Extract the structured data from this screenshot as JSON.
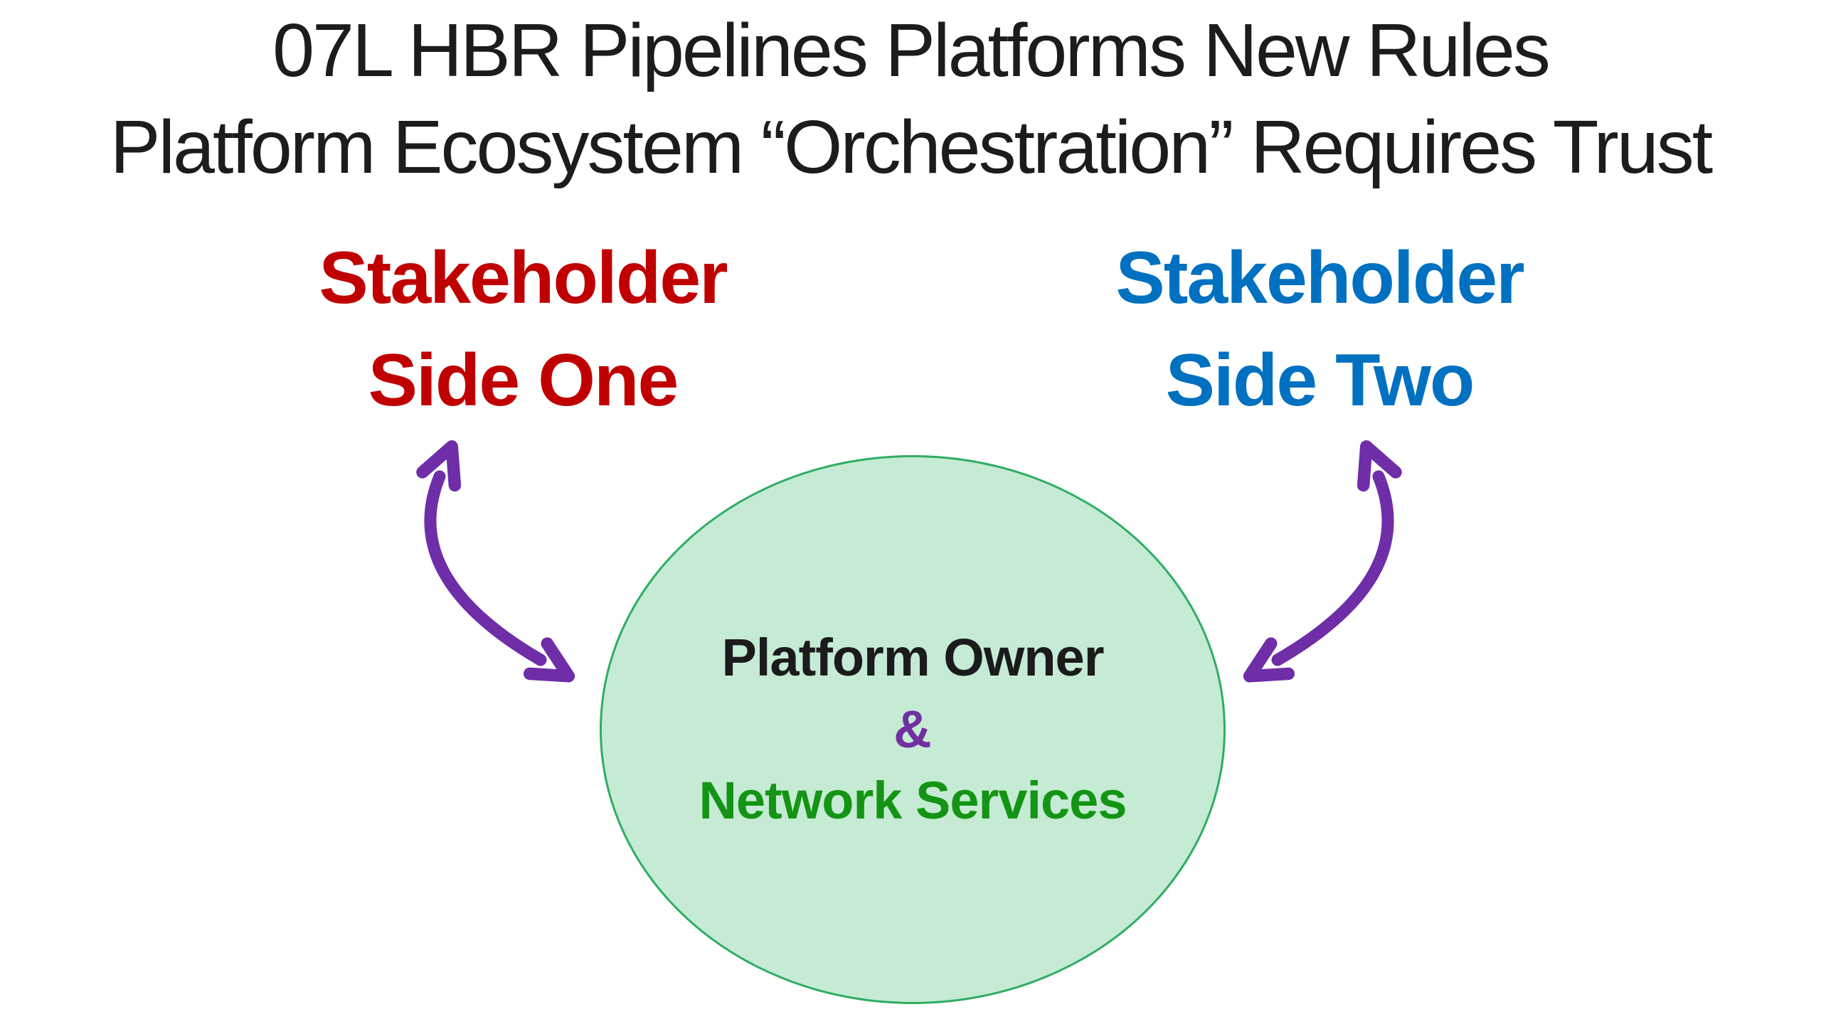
{
  "title": {
    "line1": "07L HBR Pipelines Platforms New Rules",
    "line2": "Platform Ecosystem “Orchestration” Requires Trust"
  },
  "stakeholders": {
    "side_one": {
      "line1": "Stakeholder",
      "line2": "Side One",
      "color": "#C00000"
    },
    "side_two": {
      "line1": "Stakeholder",
      "line2": "Side Two",
      "color": "#0070C0"
    }
  },
  "platform": {
    "owner_label": "Platform Owner",
    "ampersand": "&",
    "services_label": "Network Services",
    "owner_color": "#1b1b1b",
    "ampersand_color": "#7030A0",
    "services_color": "#149414",
    "ellipse_fill": "#C5EBD4",
    "ellipse_border": "#2FAD63"
  },
  "arrows": {
    "color": "#6F2DA8"
  }
}
